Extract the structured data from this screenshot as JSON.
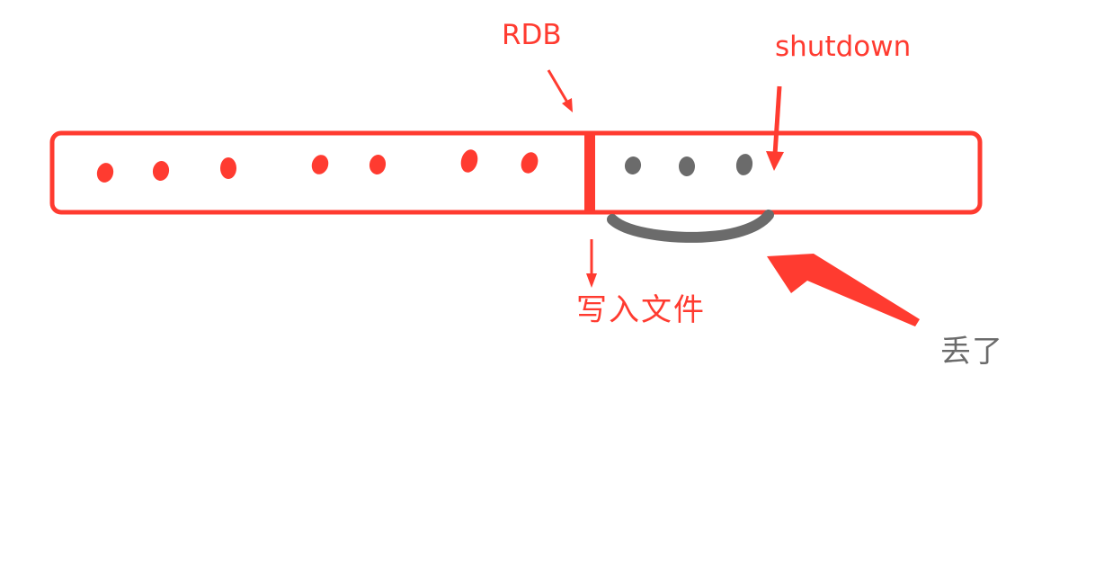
{
  "colors": {
    "annotation": "#ff3b30",
    "lost": "#6b6b6b",
    "background": "#ffffff"
  },
  "labels": {
    "rdb": "RDB",
    "shutdown": "shutdown",
    "write_to_file": "写入文件",
    "lost": "丢了"
  },
  "timeline": {
    "saved_points": 7,
    "lost_points": 3
  }
}
